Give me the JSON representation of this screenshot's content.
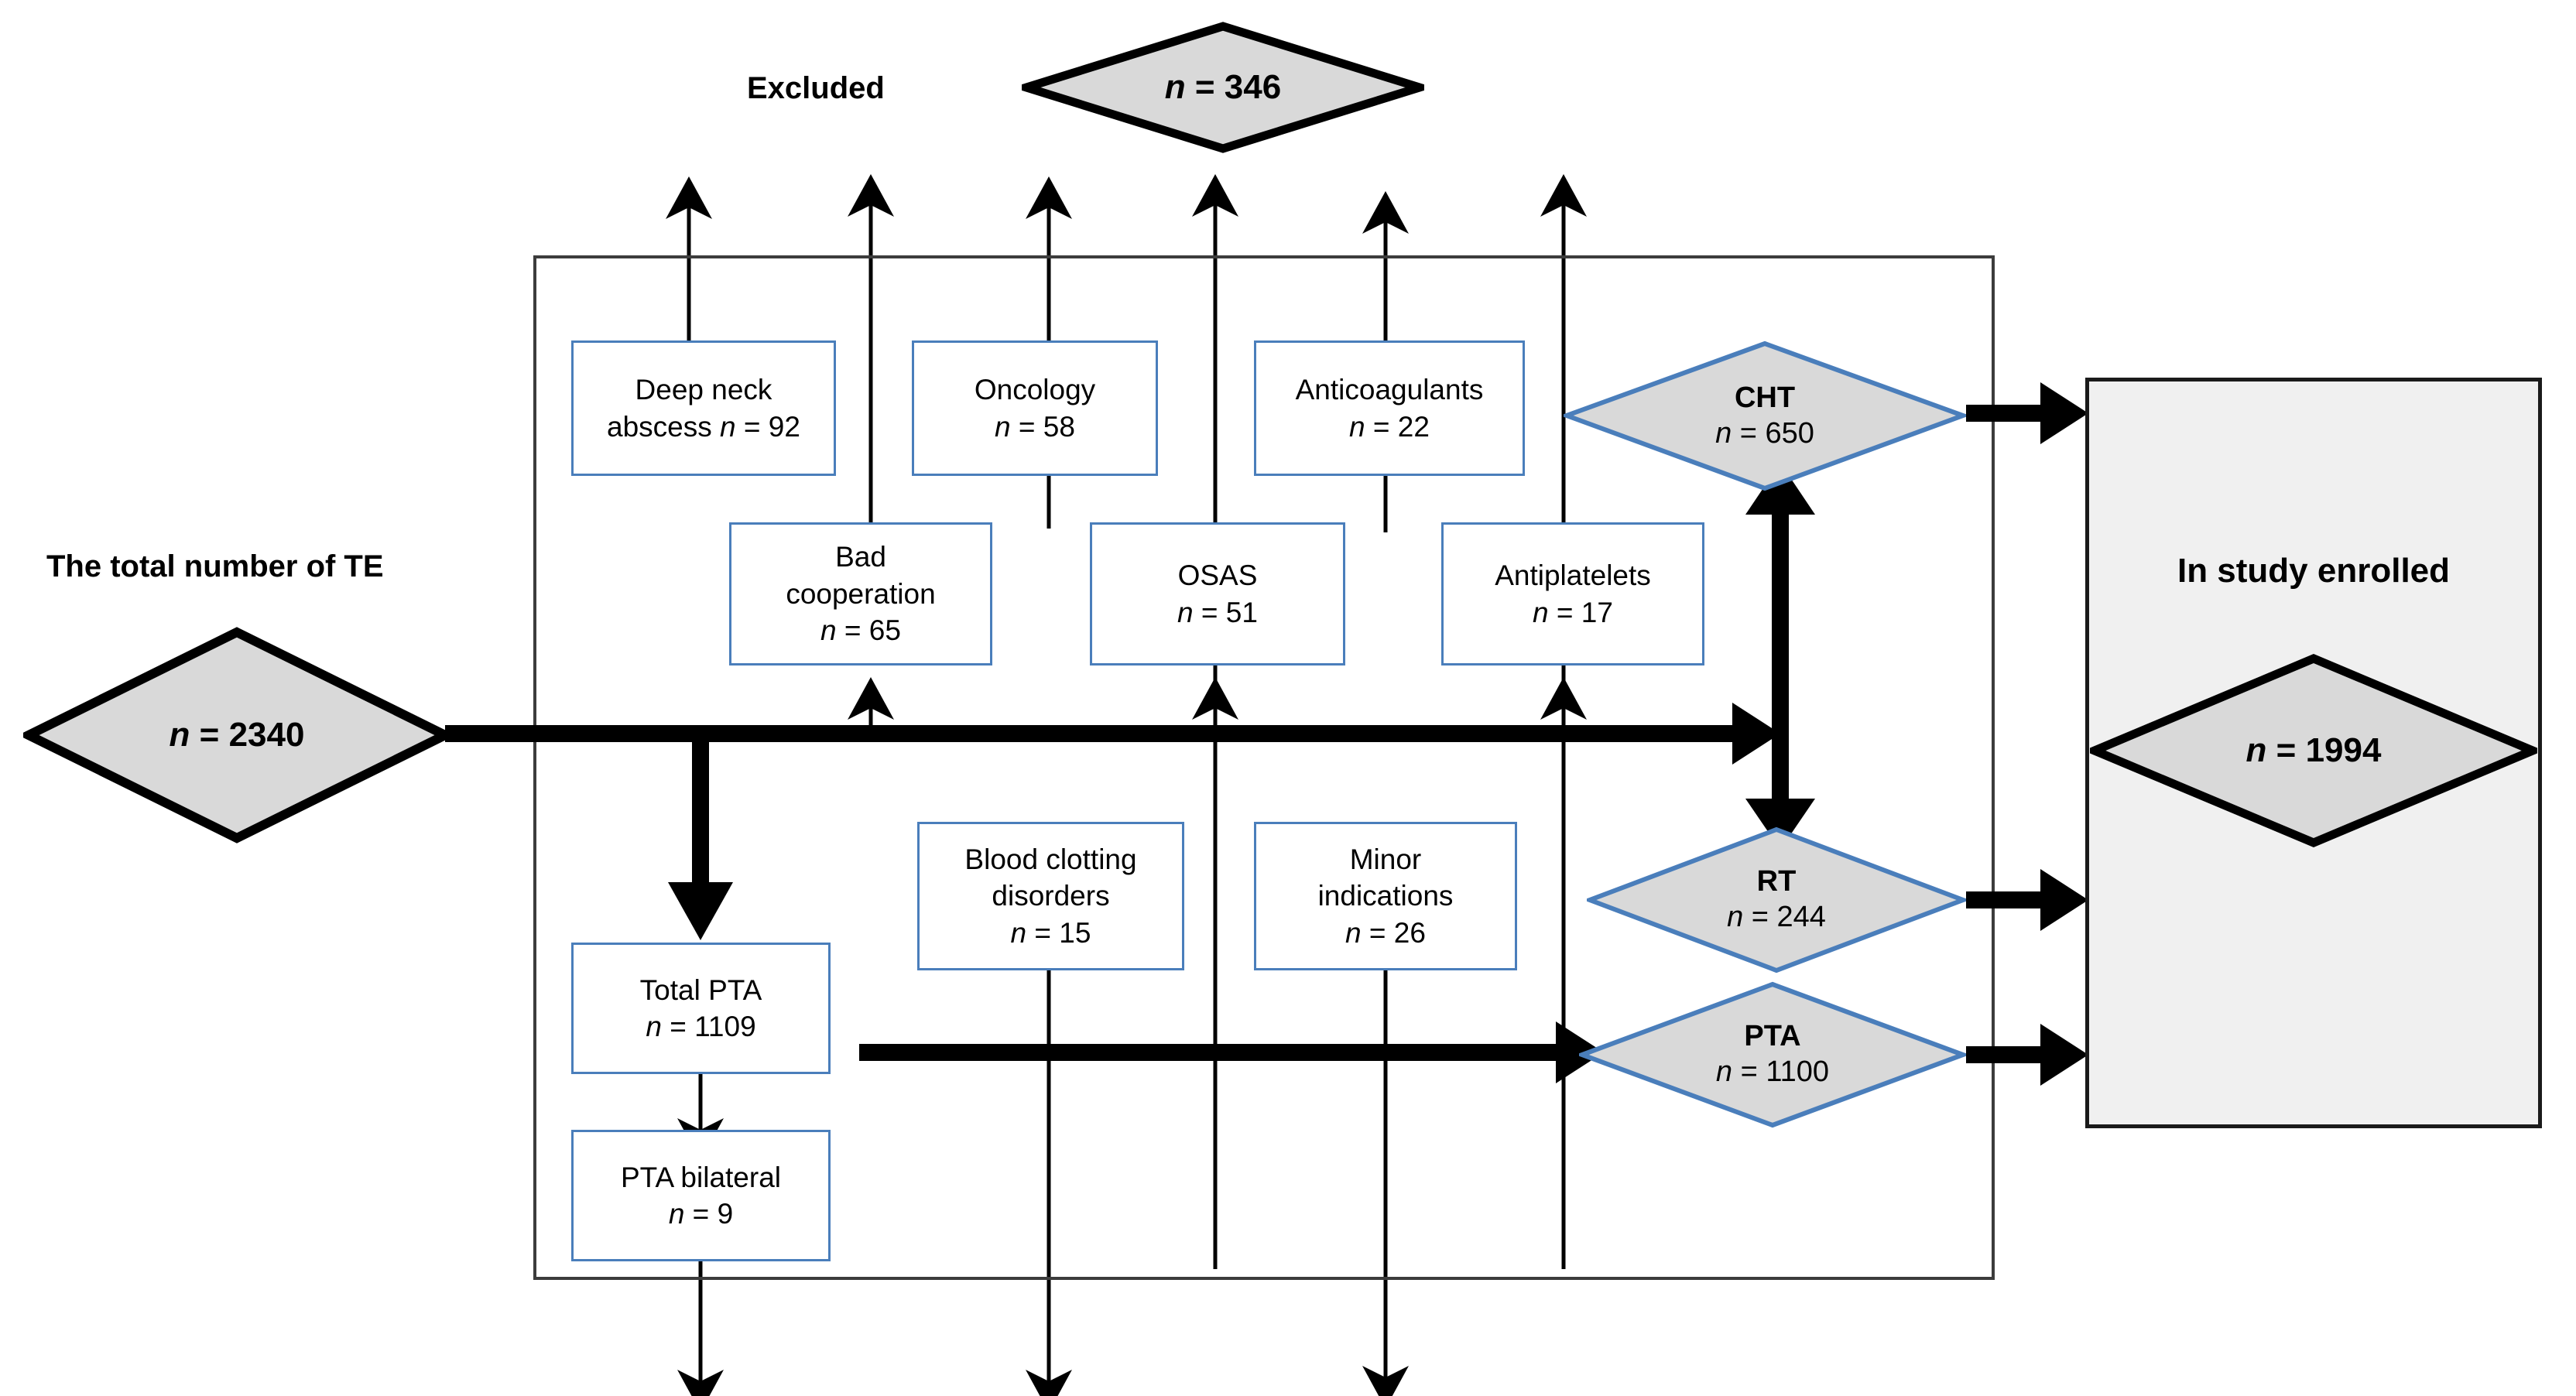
{
  "diagram": {
    "title_excluded": "Excluded",
    "title_total": "The total number of TE",
    "title_enrolled": "In study enrolled"
  },
  "diamonds": {
    "excluded": {
      "label": "",
      "value": "n = 346"
    },
    "total_te": {
      "label": "",
      "value": "n = 2340"
    },
    "cht": {
      "label": "CHT",
      "value": "n = 650"
    },
    "rt": {
      "label": "RT",
      "value": "n = 244"
    },
    "pta": {
      "label": "PTA",
      "value": "n = 1100"
    },
    "enrolled": {
      "label": "",
      "value": "n = 1994"
    }
  },
  "exclusion_boxes": [
    {
      "id": "deep-neck-abscess",
      "line1": "Deep neck",
      "line2": "abscess n = 92"
    },
    {
      "id": "oncology",
      "line1": "Oncology",
      "line2": "n = 58"
    },
    {
      "id": "anticoagulants",
      "line1": "Anticoagulants",
      "line2": "n = 22"
    },
    {
      "id": "bad-cooperation",
      "line1": "Bad",
      "line2": "cooperation",
      "line3": "n = 65"
    },
    {
      "id": "osas",
      "line1": "OSAS",
      "line2": "n = 51"
    },
    {
      "id": "antiplatelets",
      "line1": "Antiplatelets",
      "line2": "n = 17"
    },
    {
      "id": "blood-clotting-disorders",
      "line1": "Blood clotting",
      "line2": "disorders",
      "line3": "n = 15"
    },
    {
      "id": "minor-indications",
      "line1": "Minor",
      "line2": "indications",
      "line3": "n = 26"
    },
    {
      "id": "total-pta",
      "line1": "Total PTA",
      "line2": "n = 1109"
    },
    {
      "id": "pta-bilateral",
      "line1": "PTA bilateral",
      "line2": "n = 9"
    }
  ],
  "colors": {
    "box_border": "#4a7ebb",
    "diamond_fill": "#d9d9d9",
    "diamond_border_blue": "#4a7ebb",
    "diamond_border_black": "#000000",
    "panel_fill": "#f0f0f0",
    "outer_border": "#3c3c3c",
    "arrow": "#000000"
  },
  "chart_data": {
    "type": "diagram",
    "title": "Study flow diagram of tonsillectomy (TE) cohort",
    "nodes": [
      {
        "name": "The total number of TE",
        "n": 2340,
        "shape": "diamond"
      },
      {
        "name": "Excluded",
        "n": 346,
        "shape": "diamond"
      },
      {
        "name": "Deep neck abscess",
        "n": 92,
        "shape": "box"
      },
      {
        "name": "Oncology",
        "n": 58,
        "shape": "box"
      },
      {
        "name": "Anticoagulants",
        "n": 22,
        "shape": "box"
      },
      {
        "name": "Bad cooperation",
        "n": 65,
        "shape": "box"
      },
      {
        "name": "OSAS",
        "n": 51,
        "shape": "box"
      },
      {
        "name": "Antiplatelets",
        "n": 17,
        "shape": "box"
      },
      {
        "name": "Blood clotting disorders",
        "n": 15,
        "shape": "box"
      },
      {
        "name": "Minor indications",
        "n": 26,
        "shape": "box"
      },
      {
        "name": "Total PTA",
        "n": 1109,
        "shape": "box"
      },
      {
        "name": "PTA bilateral",
        "n": 9,
        "shape": "box"
      },
      {
        "name": "CHT",
        "n": 650,
        "shape": "diamond"
      },
      {
        "name": "RT",
        "n": 244,
        "shape": "diamond"
      },
      {
        "name": "PTA",
        "n": 1100,
        "shape": "diamond"
      },
      {
        "name": "In study enrolled",
        "n": 1994,
        "shape": "diamond"
      }
    ]
  }
}
